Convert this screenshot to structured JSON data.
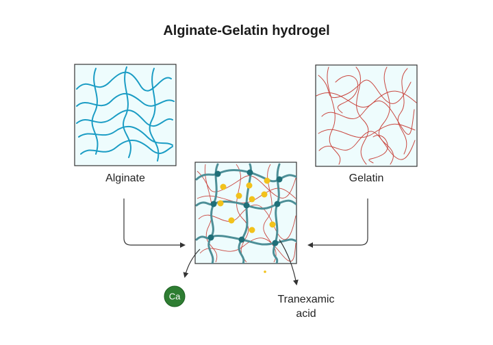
{
  "title": "Alginate-Gelatin hydrogel",
  "labels": {
    "alginate": "Alginate",
    "gelatin": "Gelatin",
    "calcium": "Ca",
    "drug_line1": "Tranexamic",
    "drug_line2": "acid"
  },
  "colors": {
    "alginate_strand": "#1a9cc4",
    "gelatin_strand": "#c9463f",
    "crosslinked_strand": "#4d8f97",
    "crosslink_node": "#1f6f78",
    "drug_particle": "#f2c21b",
    "calcium_ion": "#2e7d32",
    "box_fill": "#eefcfd",
    "box_border": "#333333"
  }
}
